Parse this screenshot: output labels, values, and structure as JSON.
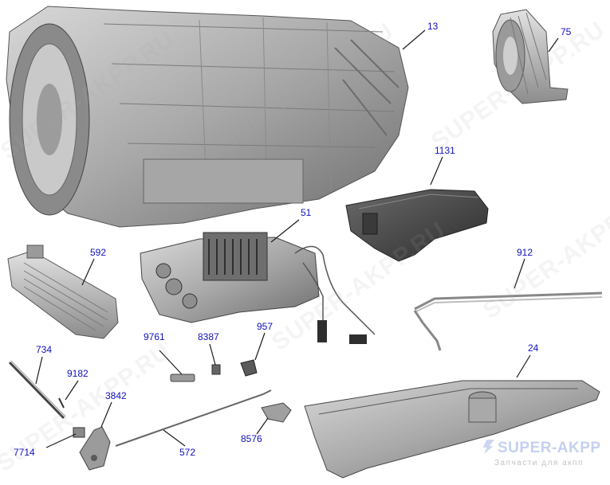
{
  "watermark": {
    "text": "SUPER-AKPP.RU",
    "color": "#aaaaaa"
  },
  "callouts": [
    {
      "id": "13",
      "label": "13"
    },
    {
      "id": "75",
      "label": "75"
    },
    {
      "id": "1131",
      "label": "1131"
    },
    {
      "id": "51",
      "label": "51"
    },
    {
      "id": "592",
      "label": "592"
    },
    {
      "id": "912",
      "label": "912"
    },
    {
      "id": "734",
      "label": "734"
    },
    {
      "id": "9761",
      "label": "9761"
    },
    {
      "id": "8387",
      "label": "8387"
    },
    {
      "id": "957",
      "label": "957"
    },
    {
      "id": "24",
      "label": "24"
    },
    {
      "id": "9182",
      "label": "9182"
    },
    {
      "id": "3842",
      "label": "3842"
    },
    {
      "id": "7714",
      "label": "7714"
    },
    {
      "id": "572",
      "label": "572"
    },
    {
      "id": "8576",
      "label": "8576"
    }
  ],
  "logo": {
    "brand": "SUPER-AKPP",
    "tagline": "Запчасти для акпп"
  },
  "colors": {
    "callout_text": "#1010c0",
    "leader_line": "#1a1a1a",
    "part_metal": "#b9b9b9",
    "part_dark": "#4a4a4a"
  }
}
